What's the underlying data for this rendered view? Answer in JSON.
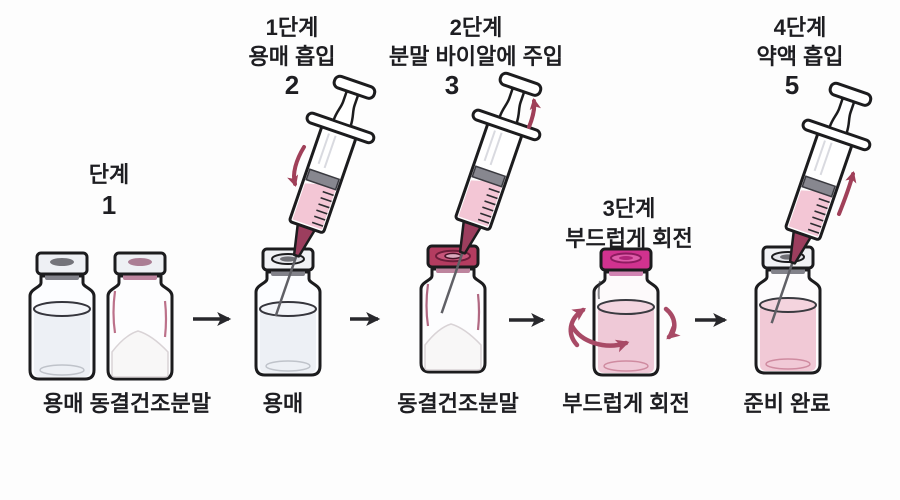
{
  "background": "#fdfdfd",
  "colors": {
    "outline": "#1c1c1e",
    "text": "#1e1e22",
    "flow_arrow": "#28282c",
    "accent_arrow": "#a04059",
    "rotate_arrow": "#a84a66",
    "syringe_liquid": "#f3c6d5",
    "vial_liquid_clear": "#edf0f5",
    "vial_liquid_pink": "#efc9d7",
    "cap_gray": "#eef0f4",
    "cap_crimson": "#b43c60",
    "cap_magenta": "#d1328f",
    "stopper_gray": "#82828a",
    "stopper_mauve": "#bd849e",
    "powder": "#f8f7f7"
  },
  "steps": [
    {
      "title_line1": "단계",
      "title_line2": "1",
      "caption": "용매 동결건조분말"
    },
    {
      "title_line1": "1단계",
      "title_line2": "용매 흡입",
      "number": "2",
      "caption": "용매"
    },
    {
      "title_line1": "2단계",
      "title_line2": "분말 바이알에 주입",
      "number": "3",
      "caption": "동결건조분말"
    },
    {
      "title_line1": "3단계",
      "title_line2": "부드럽게 회전",
      "caption": "부드럽게 회전"
    },
    {
      "title_line1": "4단계",
      "title_line2": "약액 흡입",
      "number": "5",
      "caption": "준비 완료"
    }
  ]
}
